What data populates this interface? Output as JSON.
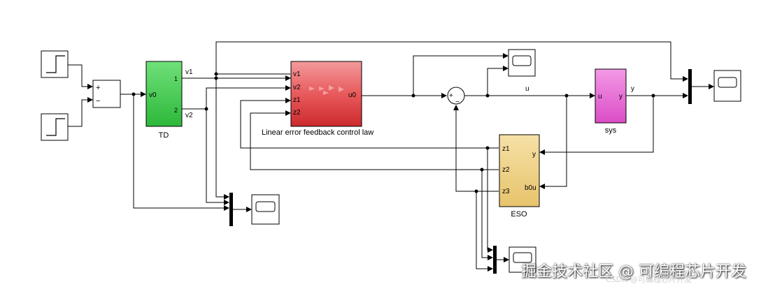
{
  "blocks": {
    "sum1": {
      "plus": "+",
      "minus": "−"
    },
    "td": {
      "name": "TD",
      "in_v0": "v0",
      "port1": "1",
      "port2": "2",
      "out_v1": "v1",
      "out_v2": "v2"
    },
    "control_law": {
      "name": "Linear error feedback control law",
      "in_v1": "v1",
      "in_v2": "v2",
      "in_z1": "z1",
      "in_z2": "z2",
      "out_u0": "u0"
    },
    "sum2": {
      "plus": "+",
      "minus": "−"
    },
    "signal_u": "u",
    "sys": {
      "name": "sys",
      "in_u": "u",
      "out_y": "y"
    },
    "signal_y": "y",
    "eso": {
      "name": "ESO",
      "z1": "z1",
      "z2": "z2",
      "z3": "z3",
      "y": "y",
      "b0u": "b0u"
    }
  },
  "watermark": {
    "text": "掘金技术社区 @ 可编程芯片开发",
    "sub": "CSDN @可编程芯片开发"
  },
  "colors": {
    "td_fill": "#3dc94a",
    "control_fill": "#e8484a",
    "sys_fill": "#e55fd1",
    "eso_fill": "#f0d386",
    "wire": "#000000"
  }
}
